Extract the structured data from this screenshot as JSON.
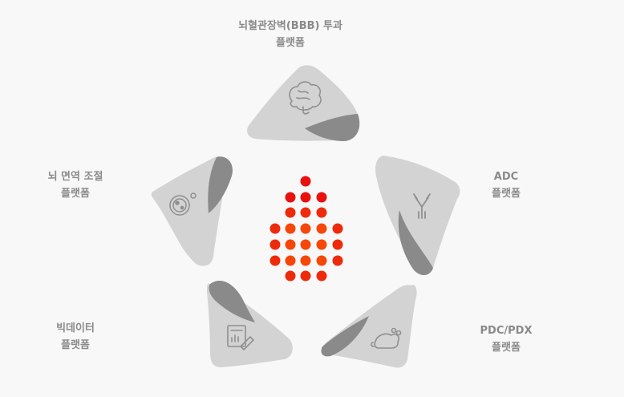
{
  "platforms": [
    {
      "id": "bbb",
      "line1": "뇌혈관장벽(BBB) 투과",
      "line2": "플랫폼",
      "icon": "brain-icon"
    },
    {
      "id": "adc",
      "line1": "ADC",
      "line2": "플랫폼",
      "icon": "antibody-icon"
    },
    {
      "id": "pdc",
      "line1": "PDC/PDX",
      "line2": "플랫폼",
      "icon": "mouse-icon"
    },
    {
      "id": "bigdata",
      "line1": "빅데이터",
      "line2": "플랫폼",
      "icon": "data-report-icon"
    },
    {
      "id": "immune",
      "line1": "뇌 면역 조절",
      "line2": "플랫폼",
      "icon": "cell-icon"
    }
  ],
  "colors": {
    "petal_light": "#d3d3d3",
    "petal_dark": "#8a8a8a",
    "icon": "#8f8f8f",
    "label": "#8a8a8a",
    "dot_red": "#e8110e",
    "dot_orange": "#f5470a",
    "dot_mid": "#ee2a0c"
  }
}
